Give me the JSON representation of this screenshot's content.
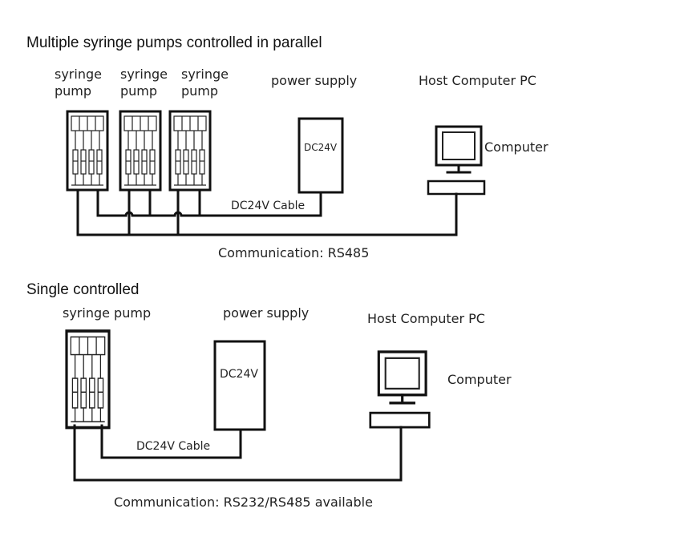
{
  "parallel": {
    "title": "Multiple syringe pumps controlled in parallel",
    "pump_labels": [
      {
        "line1": "syringe",
        "line2": "pump"
      },
      {
        "line1": "syringe",
        "line2": "pump"
      },
      {
        "line1": "syringe",
        "line2": "pump"
      }
    ],
    "power_supply_label": "power supply",
    "power_supply_display": "DC24V",
    "host_label": "Host Computer PC",
    "computer_label": "Computer",
    "cable_label": "DC24V Cable",
    "comm_label": "Communication:  RS485"
  },
  "single": {
    "title": "Single controlled",
    "pump_label": "syringe pump",
    "power_supply_label": "power supply",
    "power_supply_display": "DC24V",
    "host_label": "Host Computer PC",
    "computer_label": "Computer",
    "cable_label": "DC24V Cable",
    "comm_label": "Communication:  RS232/RS485 available"
  }
}
